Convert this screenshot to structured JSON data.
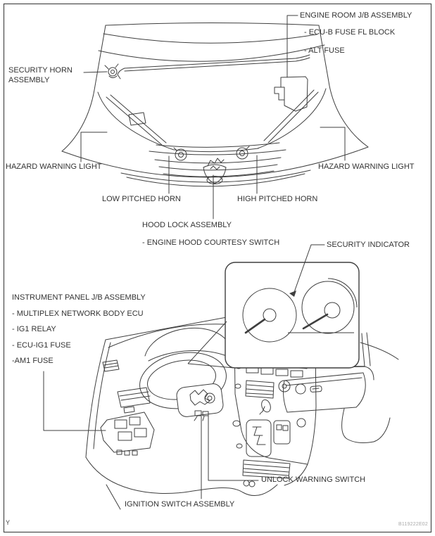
{
  "figure": {
    "page_marker": "Y",
    "figure_code": "B119222E02"
  },
  "engine_compartment": {
    "labels": {
      "engine_room_jb": "ENGINE ROOM J/B ASSEMBLY",
      "ecub_fuse": "- ECU-B FUSE FL BLOCK",
      "alt_fuse": "- ALT FUSE",
      "security_horn_line1": "SECURITY HORN",
      "security_horn_line2": "ASSEMBLY",
      "hazard_left": "HAZARD WARNING LIGHT",
      "hazard_right": "HAZARD WARNING LIGHT",
      "low_horn": "LOW PITCHED HORN",
      "high_horn": "HIGH PITCHED HORN",
      "hood_lock": "HOOD LOCK ASSEMBLY",
      "hood_courtesy": "- ENGINE HOOD COURTESY SWITCH"
    }
  },
  "instrument_panel": {
    "labels": {
      "security_indicator": "SECURITY INDICATOR",
      "ip_jb": "INSTRUMENT PANEL J/B ASSEMBLY",
      "multiplex_ecu": "- MULTIPLEX NETWORK BODY ECU",
      "ig1_relay": "- IG1 RELAY",
      "ecu_ig1_fuse": "- ECU-IG1 FUSE",
      "am1_fuse": "-AM1 FUSE",
      "unlock_warning": "UNLOCK WARNING SWITCH",
      "ignition_switch": "IGNITION SWITCH ASSEMBLY"
    }
  },
  "colors": {
    "line": "#3f3f3f",
    "text": "#333333",
    "code": "#a9a9a9",
    "background": "#ffffff"
  }
}
